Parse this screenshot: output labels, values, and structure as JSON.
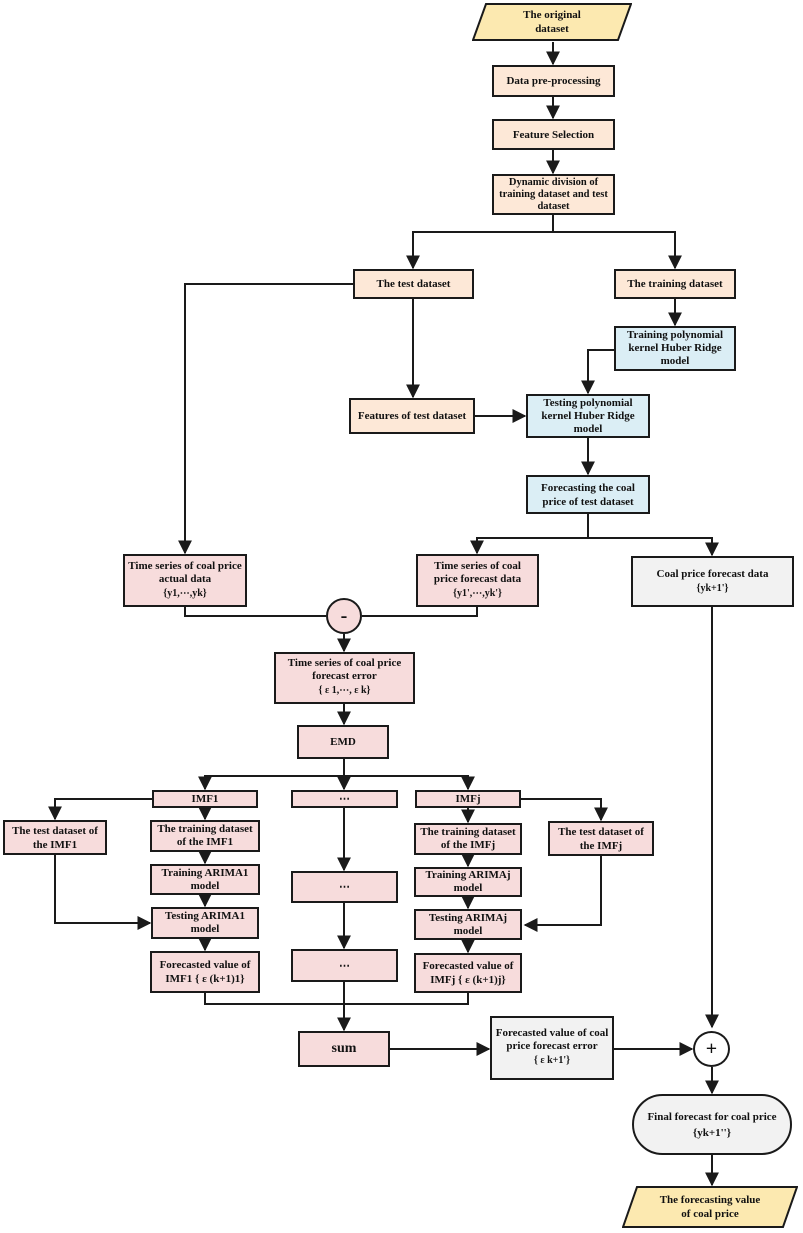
{
  "nodes": {
    "original_dataset": "The original dataset",
    "data_preprocessing": "Data pre-processing",
    "feature_selection": "Feature Selection",
    "dynamic_division": "Dynamic division of training dataset and test dataset",
    "test_dataset": "The test dataset",
    "training_dataset": "The training dataset",
    "training_model": "Training polynomial kernel Huber Ridge model",
    "features_test": "Features of test dataset",
    "testing_model": "Testing polynomial kernel Huber Ridge model",
    "forecasting_coal": "Forecasting the coal price of  test dataset",
    "ts_actual": "Time series of coal price actual data",
    "ts_actual_sub": "{y1,⋯,yk}",
    "ts_forecast": "Time series of coal price forecast data",
    "ts_forecast_sub": "{y1',⋯,yk'}",
    "coal_forecast_data": "Coal price forecast data",
    "coal_forecast_sub": "{yk+1'}",
    "minus_symbol": "-",
    "ts_error": "Time series of coal price forecast error",
    "ts_error_sub": "{ ε 1,⋯, ε k}",
    "emd": "EMD",
    "imf1": "IMF1",
    "dots_top": "⋯",
    "imfj": "IMFj",
    "test_imf1": "The test dataset of the IMF1",
    "train_imf1": "The training dataset of the IMF1",
    "train_imfj": "The training dataset of the IMFj",
    "test_imfj": "The test dataset of the IMFj",
    "training_arima1": "Training ARIMA1 model",
    "dots_mid": "⋯",
    "training_arimaj": "Training ARIMAj model",
    "testing_arima1": "Testing ARIMA1 model",
    "testing_arimaj": "Testing ARIMAj model",
    "forecasted_imf1": "Forecasted value of IMF1 { ε (k+1)1}",
    "dots_low": "⋯",
    "forecasted_imfj": "Forecasted value of IMFj { ε (k+1)j}",
    "sum": "sum",
    "forecasted_error": "Forecasted value of coal price forecast error",
    "forecasted_error_sub": "{ ε k+1'}",
    "plus_symbol": "+",
    "final_forecast": "Final forecast for coal price",
    "final_forecast_sub": "{yk+1''}",
    "forecasting_value": "The forecasting value of coal price"
  },
  "colors": {
    "process_orange": "#fde8d7",
    "error_pink": "#f7dcdc",
    "model_blue": "#dbeef5",
    "output_grey": "#f2f2f2",
    "io_yellow": "#fce9b0",
    "stroke": "#1a1a1a"
  }
}
